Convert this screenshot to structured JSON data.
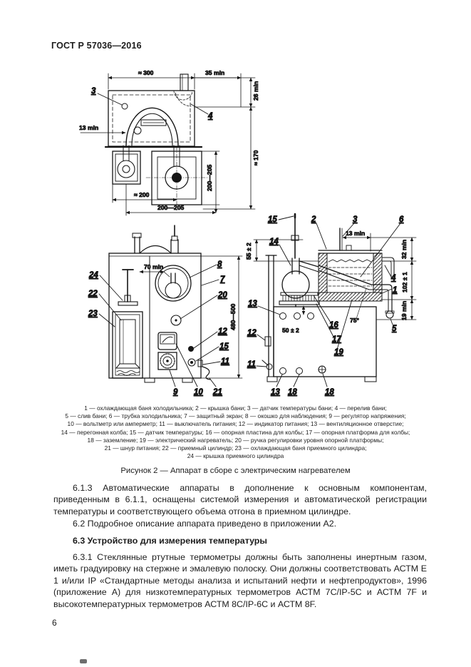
{
  "header": {
    "standard_code": "ГОСТ Р 57036—2016"
  },
  "figure": {
    "caption": "Рисунок 2 — Аппарат в сборе с электрическим нагревателем",
    "legend_lines": [
      "1 — охлаждающая баня холодильника; 2 — крышка бани; 3 — датчик температуры бани; 4 — перелив бани;",
      "5 — слив бани; 6 — трубка холодильника; 7 — защитный экран; 8 — окошко для наблюдения; 9 — регулятор напряжения;",
      "10 — вольтметр или амперметр; 11 — выключатель питания; 12 — индикатор питания; 13 — вентиляционное отверстие;",
      "14 — перегонная колба; 15 — датчик температуры; 16 — опорная пластина для колбы; 17 — опорная платформа для колбы;",
      "18 — заземление; 19 — электрический нагреватель; 20 — ручка регулировки уровня опорной платформы;",
      "21 — шнур питания; 22 — приемный цилиндр; 23 — охлаждающая баня приемного цилиндра;",
      "24 — крышка приемного цилиндра"
    ],
    "top_view": {
      "dim_300": "≈ 300",
      "dim_35": "35 min",
      "dim_26": "26 min",
      "dim_170": "≈ 170",
      "dim_13": "13 min",
      "dim_200": "≈ 200",
      "dim_200_205_h": "200—205",
      "dim_200_205_v": "200—205",
      "label_3": "3",
      "label_4": "4"
    },
    "front_view": {
      "dim_70": "70 min",
      "dim_height": "480—500",
      "label_24": "24",
      "label_22": "22",
      "label_23": "23",
      "label_8": "8",
      "label_7": "7",
      "label_20": "20",
      "label_12": "12",
      "label_15": "15",
      "label_11": "11",
      "label_9": "9",
      "label_10": "10",
      "label_21": "21"
    },
    "side_view": {
      "d55": "55 ± 2",
      "d13": "13 min",
      "d32": "32 min",
      "d102": "102 ± 1",
      "d19": "19 min",
      "d50": "50 ± 2",
      "angle": "75°",
      "label_15": "15",
      "label_2": "2",
      "label_3": "3",
      "label_6": "6",
      "label_14": "14",
      "label_13": "13",
      "label_12": "12",
      "label_11": "11",
      "label_4": "4",
      "label_1": "1",
      "label_5": "5",
      "label_16": "16",
      "label_17": "17",
      "label_19": "19",
      "label_13b": "13",
      "label_18": "18",
      "label_18b": "18"
    }
  },
  "content": {
    "para_613": "6.1.3 Автоматические аппараты в дополнение к основным компонентам, приведенным в 6.1.1, оснащены системой измерения и автоматической регистрации температуры и соответствующего объема отгона в приемном цилиндре.",
    "para_62": "6.2 Подробное описание аппарата приведено в приложении А2.",
    "heading_63": "6.3 Устройство для измерения температуры",
    "para_631": "6.3.1 Стеклянные ртутные термометры должны быть заполнены инертным газом, иметь градуировку на стержне и эмалевую полоску. Они должны соответствовать АСТМ Е 1 и/или IP «Стандартные методы анализа и испытаний нефти и нефтепродуктов», 1996 (приложение А) для низкотемпературных термометров АСТМ 7C/IP-5C и АСТМ 7F и высокотемпературных термометров АСТМ 8C/IP-6C и АСТМ 8F."
  },
  "footer": {
    "page_number": "6"
  }
}
